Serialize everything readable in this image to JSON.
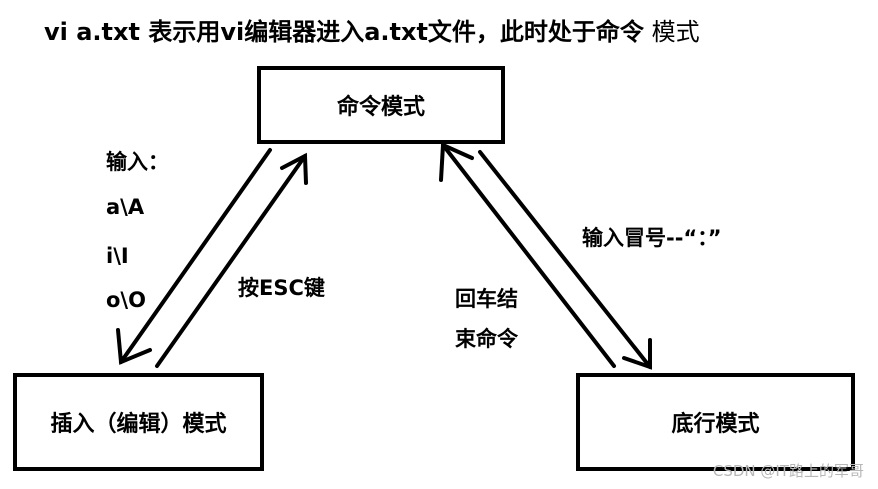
{
  "title": {
    "main": "vi a.txt 表示用vi编辑器进入a.txt文件，此时处于命令",
    "tail": " 模式"
  },
  "nodes": {
    "command": "命令模式",
    "insert": "插入（编辑）模式",
    "bottom": "底行模式"
  },
  "edges": {
    "input_heading": "输入：",
    "input_keys": [
      "a\\A",
      "i\\I",
      "o\\O"
    ],
    "esc": "按ESC键",
    "enter_line1": "回车结",
    "enter_line2": "束命令",
    "colon": "输入冒号--“：”"
  },
  "watermark": "CSDN @IT路上的军哥"
}
